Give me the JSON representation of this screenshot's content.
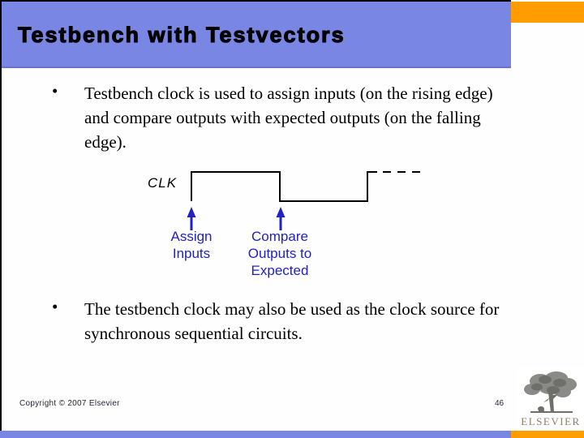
{
  "header": {
    "title": "Testbench with Testvectors"
  },
  "bullets": [
    {
      "marker": "•",
      "text": "Testbench clock is used to assign inputs (on the rising edge) and compare outputs with expected outputs (on the falling edge)."
    },
    {
      "marker": "•",
      "text": "The testbench clock may also be used as the clock source for synchronous sequential circuits."
    }
  ],
  "diagram": {
    "clk_label": "CLK",
    "annotations": [
      {
        "lines": [
          "Assign",
          "Inputs"
        ]
      },
      {
        "lines": [
          "Compare",
          "Outputs to",
          "Expected"
        ]
      }
    ]
  },
  "footer": {
    "copyright": "Copyright © 2007 Elsevier",
    "page_number": "46",
    "logo_text": "ELSEVIER"
  },
  "colors": {
    "header_bar": "#7A86E4",
    "accent_orange": "#FF9D00",
    "annotation_blue": "#2222C0"
  }
}
